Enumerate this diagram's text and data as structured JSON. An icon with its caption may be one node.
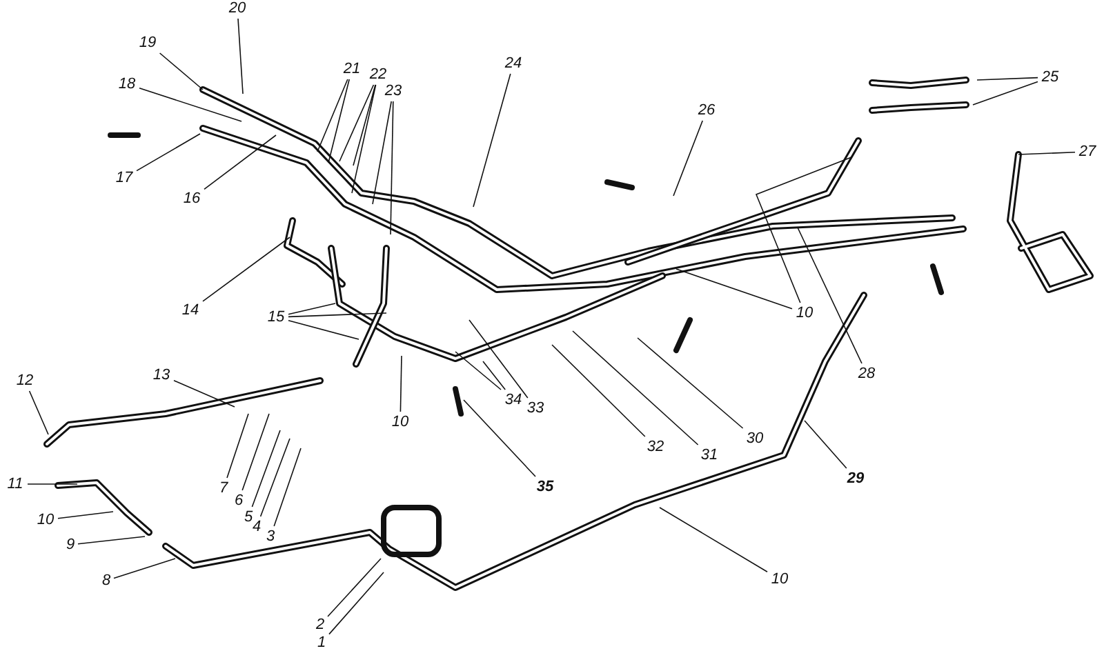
{
  "diagram": {
    "nodes": [
      {
        "text": [
          "1"
        ]
      },
      {
        "text": [
          "2"
        ]
      },
      {
        "text": [
          "3"
        ]
      },
      {
        "text": [
          "4"
        ]
      },
      {
        "text": [
          "5"
        ]
      },
      {
        "text": [
          "6"
        ]
      },
      {
        "text": [
          "7"
        ]
      },
      {
        "text": [
          "8"
        ]
      },
      {
        "text": [
          "9"
        ]
      },
      {
        "text": [
          "10"
        ]
      },
      {
        "text": [
          "11"
        ]
      },
      {
        "text": [
          "12"
        ]
      },
      {
        "text": [
          "13"
        ]
      },
      {
        "text": [
          "14"
        ]
      },
      {
        "text": [
          "15"
        ]
      },
      {
        "text": [
          "16"
        ]
      },
      {
        "text": [
          "17"
        ]
      },
      {
        "text": [
          "18"
        ]
      },
      {
        "text": [
          "19"
        ]
      },
      {
        "text": [
          "20"
        ]
      },
      {
        "text": [
          "21"
        ]
      },
      {
        "text": [
          "22"
        ]
      },
      {
        "text": [
          "23"
        ]
      },
      {
        "text": [
          "24"
        ]
      },
      {
        "text": [
          "25"
        ]
      },
      {
        "text": [
          "26"
        ]
      },
      {
        "text": [
          "27"
        ]
      },
      {
        "text": [
          "28"
        ]
      },
      {
        "text": [
          "29"
        ]
      },
      {
        "text": [
          "30"
        ]
      },
      {
        "text": [
          "31"
        ]
      },
      {
        "text": [
          "32"
        ]
      },
      {
        "text": [
          "33"
        ]
      },
      {
        "text": [
          "34"
        ]
      },
      {
        "text": [
          "35"
        ]
      },
      {
        "text": [
          "10"
        ]
      },
      {
        "text": [
          "10"
        ]
      },
      {
        "text": [
          "10"
        ]
      }
    ],
    "edges": [
      {
        "from": 0,
        "to": null,
        "arrow": "none"
      },
      {
        "from": 1,
        "to": null,
        "arrow": "none"
      },
      {
        "from": 2,
        "to": null,
        "arrow": "none"
      },
      {
        "from": 3,
        "to": null,
        "arrow": "none"
      },
      {
        "from": 4,
        "to": null,
        "arrow": "none"
      },
      {
        "from": 5,
        "to": null,
        "arrow": "none"
      },
      {
        "from": 6,
        "to": null,
        "arrow": "none"
      },
      {
        "from": 7,
        "to": null,
        "arrow": "none"
      },
      {
        "from": 8,
        "to": null,
        "arrow": "none"
      },
      {
        "from": 9,
        "to": null,
        "arrow": "none"
      },
      {
        "from": 10,
        "to": null,
        "arrow": "none"
      },
      {
        "from": 11,
        "to": null,
        "arrow": "none"
      },
      {
        "from": 12,
        "to": null,
        "arrow": "none"
      },
      {
        "from": 13,
        "to": null,
        "arrow": "none"
      },
      {
        "from": 14,
        "to": null,
        "arrow": "none"
      },
      {
        "from": 14,
        "to": null,
        "arrow": "none"
      },
      {
        "from": 14,
        "to": null,
        "arrow": "none"
      },
      {
        "from": 15,
        "to": null,
        "arrow": "none"
      },
      {
        "from": 16,
        "to": null,
        "arrow": "none"
      },
      {
        "from": 17,
        "to": null,
        "arrow": "none"
      },
      {
        "from": 18,
        "to": null,
        "arrow": "none"
      },
      {
        "from": 19,
        "to": null,
        "arrow": "none"
      },
      {
        "from": 20,
        "to": null,
        "arrow": "none"
      },
      {
        "from": 20,
        "to": null,
        "arrow": "none"
      },
      {
        "from": 21,
        "to": null,
        "arrow": "none"
      },
      {
        "from": 21,
        "to": null,
        "arrow": "none"
      },
      {
        "from": 21,
        "to": null,
        "arrow": "none"
      },
      {
        "from": 22,
        "to": null,
        "arrow": "none"
      },
      {
        "from": 22,
        "to": null,
        "arrow": "none"
      },
      {
        "from": 23,
        "to": null,
        "arrow": "none"
      },
      {
        "from": 24,
        "to": null,
        "arrow": "none"
      },
      {
        "from": 24,
        "to": null,
        "arrow": "none"
      },
      {
        "from": 25,
        "to": null,
        "arrow": "none"
      },
      {
        "from": 26,
        "to": null,
        "arrow": "none"
      },
      {
        "from": 27,
        "to": null,
        "arrow": "none"
      },
      {
        "from": 28,
        "to": null,
        "arrow": "none"
      },
      {
        "from": 29,
        "to": null,
        "arrow": "none"
      },
      {
        "from": 30,
        "to": null,
        "arrow": "none"
      },
      {
        "from": 31,
        "to": null,
        "arrow": "none"
      },
      {
        "from": 32,
        "to": null,
        "arrow": "none"
      },
      {
        "from": 33,
        "to": null,
        "arrow": "none"
      },
      {
        "from": 33,
        "to": null,
        "arrow": "none"
      },
      {
        "from": 34,
        "to": null,
        "arrow": "none"
      },
      {
        "from": 35,
        "to": null,
        "arrow": "none"
      },
      {
        "from": 36,
        "to": null,
        "arrow": "none"
      },
      {
        "from": 36,
        "to": null,
        "arrow": "none"
      },
      {
        "from": 37,
        "to": null,
        "arrow": "none"
      }
    ]
  }
}
